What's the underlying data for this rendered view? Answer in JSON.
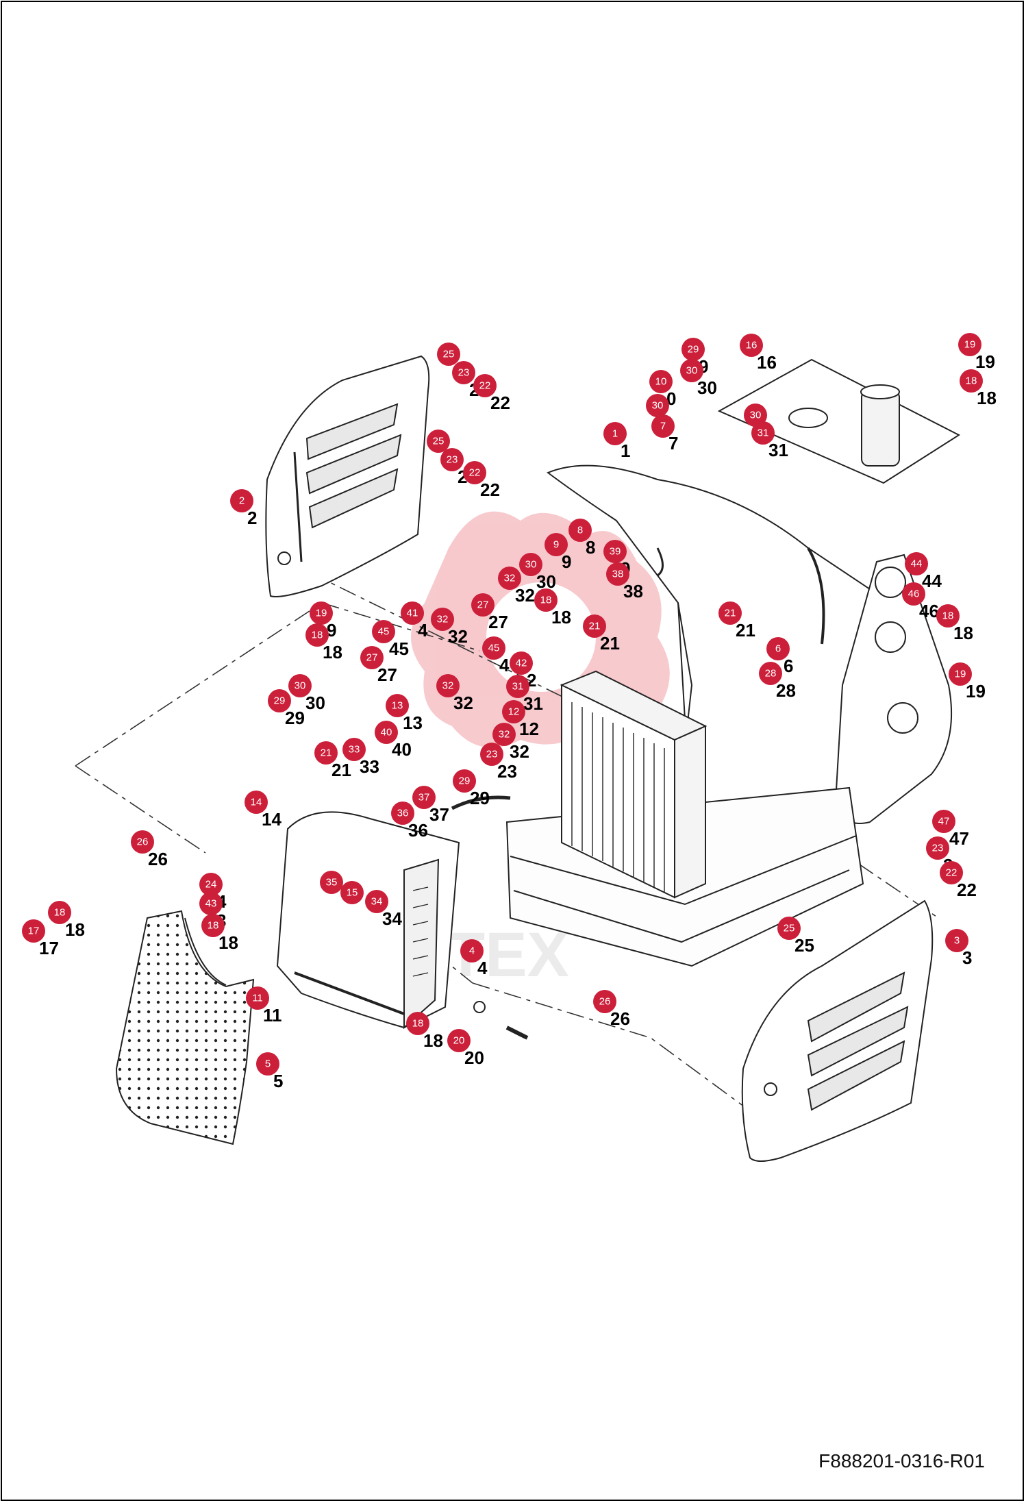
{
  "drawing_code": "F888201-0316-R01",
  "watermark": "IHTEX",
  "callouts": [
    {
      "id": "c25a",
      "num": "25",
      "label": "2"
    },
    {
      "id": "c23a",
      "num": "23",
      "label": "2"
    },
    {
      "id": "c22a",
      "num": "22",
      "label": "22"
    },
    {
      "id": "c25b",
      "num": "25",
      "label": "2"
    },
    {
      "id": "c23b",
      "num": "23",
      "label": "2"
    },
    {
      "id": "c22b",
      "num": "22",
      "label": "22"
    },
    {
      "id": "c2",
      "num": "2",
      "label": "2"
    },
    {
      "id": "c29a",
      "num": "29",
      "label": "9"
    },
    {
      "id": "c16",
      "num": "16",
      "label": "16"
    },
    {
      "id": "c30a",
      "num": "30",
      "label": "30"
    },
    {
      "id": "c10",
      "num": "10",
      "label": "0"
    },
    {
      "id": "c30b",
      "num": "30",
      "label": "0"
    },
    {
      "id": "c7",
      "num": "7",
      "label": "7"
    },
    {
      "id": "c30c",
      "num": "30",
      "label": ""
    },
    {
      "id": "c31a",
      "num": "31",
      "label": "31"
    },
    {
      "id": "c19a",
      "num": "19",
      "label": "19"
    },
    {
      "id": "c18a",
      "num": "18",
      "label": "18"
    },
    {
      "id": "c1",
      "num": "1",
      "label": "1"
    },
    {
      "id": "c8",
      "num": "8",
      "label": "8"
    },
    {
      "id": "c9",
      "num": "9",
      "label": "9"
    },
    {
      "id": "c39",
      "num": "39",
      "label": "9"
    },
    {
      "id": "c30d",
      "num": "30",
      "label": "30"
    },
    {
      "id": "c38",
      "num": "38",
      "label": "38"
    },
    {
      "id": "c32a",
      "num": "32",
      "label": "32"
    },
    {
      "id": "c18b",
      "num": "18",
      "label": "18"
    },
    {
      "id": "c21a",
      "num": "21",
      "label": "21"
    },
    {
      "id": "c21b",
      "num": "21",
      "label": "21"
    },
    {
      "id": "c44",
      "num": "44",
      "label": "44"
    },
    {
      "id": "c46",
      "num": "46",
      "label": "46"
    },
    {
      "id": "c18c",
      "num": "18",
      "label": "18"
    },
    {
      "id": "c6",
      "num": "6",
      "label": "6"
    },
    {
      "id": "c28",
      "num": "28",
      "label": "28"
    },
    {
      "id": "c19b",
      "num": "19",
      "label": "19"
    },
    {
      "id": "c19c",
      "num": "19",
      "label": "9"
    },
    {
      "id": "c18d",
      "num": "18",
      "label": "18"
    },
    {
      "id": "c41",
      "num": "41",
      "label": "4"
    },
    {
      "id": "c32b",
      "num": "32",
      "label": "32"
    },
    {
      "id": "c27a",
      "num": "27",
      "label": "27"
    },
    {
      "id": "c45a",
      "num": "45",
      "label": "45"
    },
    {
      "id": "c27b",
      "num": "27",
      "label": "27"
    },
    {
      "id": "c45b",
      "num": "45",
      "label": "4"
    },
    {
      "id": "c42",
      "num": "42",
      "label": "2"
    },
    {
      "id": "c32c",
      "num": "32",
      "label": "32"
    },
    {
      "id": "c31b",
      "num": "31",
      "label": "31"
    },
    {
      "id": "c12",
      "num": "12",
      "label": "12"
    },
    {
      "id": "c32d",
      "num": "32",
      "label": "32"
    },
    {
      "id": "c30e",
      "num": "30",
      "label": "30"
    },
    {
      "id": "c29b",
      "num": "29",
      "label": "29"
    },
    {
      "id": "c13",
      "num": "13",
      "label": "13"
    },
    {
      "id": "c40",
      "num": "40",
      "label": "40"
    },
    {
      "id": "c21c",
      "num": "21",
      "label": "21"
    },
    {
      "id": "c33",
      "num": "33",
      "label": "33"
    },
    {
      "id": "c23c",
      "num": "23",
      "label": "23"
    },
    {
      "id": "c29c",
      "num": "29",
      "label": "29"
    },
    {
      "id": "c37",
      "num": "37",
      "label": "37"
    },
    {
      "id": "c36",
      "num": "36",
      "label": "36"
    },
    {
      "id": "c14",
      "num": "14",
      "label": "14"
    },
    {
      "id": "c26a",
      "num": "26",
      "label": "26"
    },
    {
      "id": "c35",
      "num": "35",
      "label": ""
    },
    {
      "id": "c15",
      "num": "15",
      "label": ""
    },
    {
      "id": "c34",
      "num": "34",
      "label": "34"
    },
    {
      "id": "c24",
      "num": "24",
      "label": "4"
    },
    {
      "id": "c43",
      "num": "43",
      "label": "3"
    },
    {
      "id": "c18e",
      "num": "18",
      "label": "18"
    },
    {
      "id": "c18f",
      "num": "18",
      "label": "18"
    },
    {
      "id": "c17",
      "num": "17",
      "label": "17"
    },
    {
      "id": "c4",
      "num": "4",
      "label": "4"
    },
    {
      "id": "c11",
      "num": "11",
      "label": "11"
    },
    {
      "id": "c18g",
      "num": "18",
      "label": "18"
    },
    {
      "id": "c20",
      "num": "20",
      "label": "20"
    },
    {
      "id": "c26b",
      "num": "26",
      "label": "26"
    },
    {
      "id": "c5",
      "num": "5",
      "label": "5"
    },
    {
      "id": "c47",
      "num": "47",
      "label": "47"
    },
    {
      "id": "c23d",
      "num": "23",
      "label": "3"
    },
    {
      "id": "c22c",
      "num": "22",
      "label": "22"
    },
    {
      "id": "c25c",
      "num": "25",
      "label": "25"
    },
    {
      "id": "c3",
      "num": "3",
      "label": "3"
    }
  ]
}
